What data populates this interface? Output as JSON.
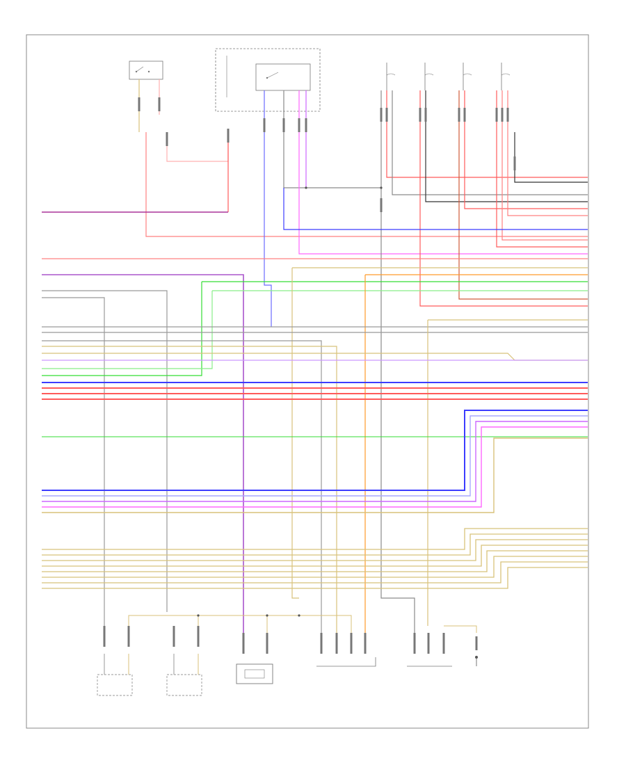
{
  "footer": {
    "code": ""
  },
  "wire_colors": {
    "red": "#ff5a5a",
    "pink": "#ffc0c0",
    "blue": "#3c3cff",
    "light_blue": "#a8a8ff",
    "violet": "#cc66ff",
    "magenta": "#ff66ff",
    "green": "#33dd33",
    "light_green": "#88ee88",
    "tan": "#d8c27a",
    "orange": "#ff9a2a",
    "gray": "#8a8a8a",
    "black": "#333333",
    "brown_red": "#d05a3a"
  },
  "components": [
    {
      "id": "sw-top-left",
      "label": ""
    },
    {
      "id": "fuse-box",
      "label": ""
    },
    {
      "id": "relay-top",
      "label": ""
    },
    {
      "id": "front-right-sensor",
      "label": ""
    },
    {
      "id": "front-left-sensor",
      "label": ""
    },
    {
      "id": "center-sensor",
      "label": ""
    },
    {
      "id": "module-unit",
      "label": ""
    },
    {
      "id": "pressure-sensor",
      "label": ""
    },
    {
      "id": "ground-point",
      "label": ""
    }
  ]
}
